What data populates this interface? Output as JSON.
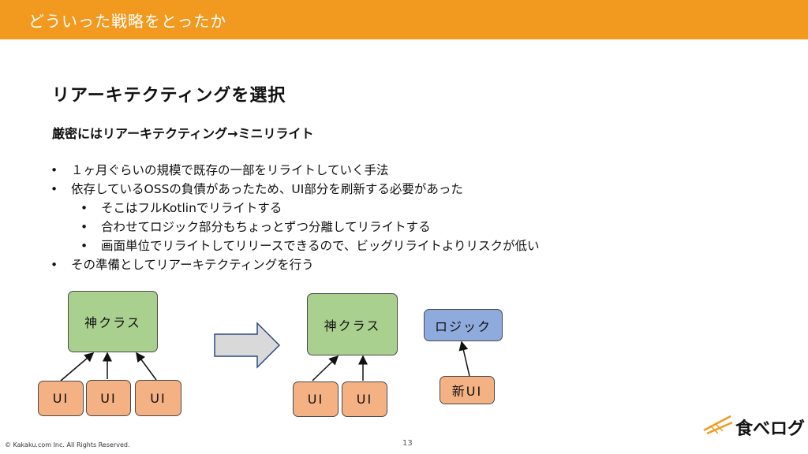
{
  "header": {
    "title": "どういった戦略をとったか"
  },
  "heading": "リアーキテクティングを選択",
  "subheading": "厳密にはリアーキテクティング→ミニリライト",
  "bullets": [
    "１ヶ月ぐらいの規模で既存の一部をリライトしていく手法",
    "依存しているOSSの負債があったため、UI部分を刷新する必要があった",
    "そこはフルKotlinでリライトする",
    "合わせてロジック部分もちょっとずつ分離してリライトする",
    "画面単位でリライトしてリリースできるので、ビッグリライトよりリスクが低い",
    "その準備としてリアーキテクティングを行う"
  ],
  "diagram": {
    "before": {
      "god_class": "神クラス",
      "ui": [
        "UI",
        "UI",
        "UI"
      ]
    },
    "after": {
      "god_class": "神クラス",
      "ui": [
        "UI",
        "UI"
      ],
      "logic": "ロジック",
      "new_ui": "新UI"
    }
  },
  "footer": {
    "copyright": "© Kakaku.com Inc. All Rights Reserved.",
    "page": "13",
    "logo": "食べログ"
  },
  "colors": {
    "header": "#F29A1F",
    "god_class": "#A9D08E",
    "ui": "#F4B183",
    "logic": "#8FAADC"
  }
}
